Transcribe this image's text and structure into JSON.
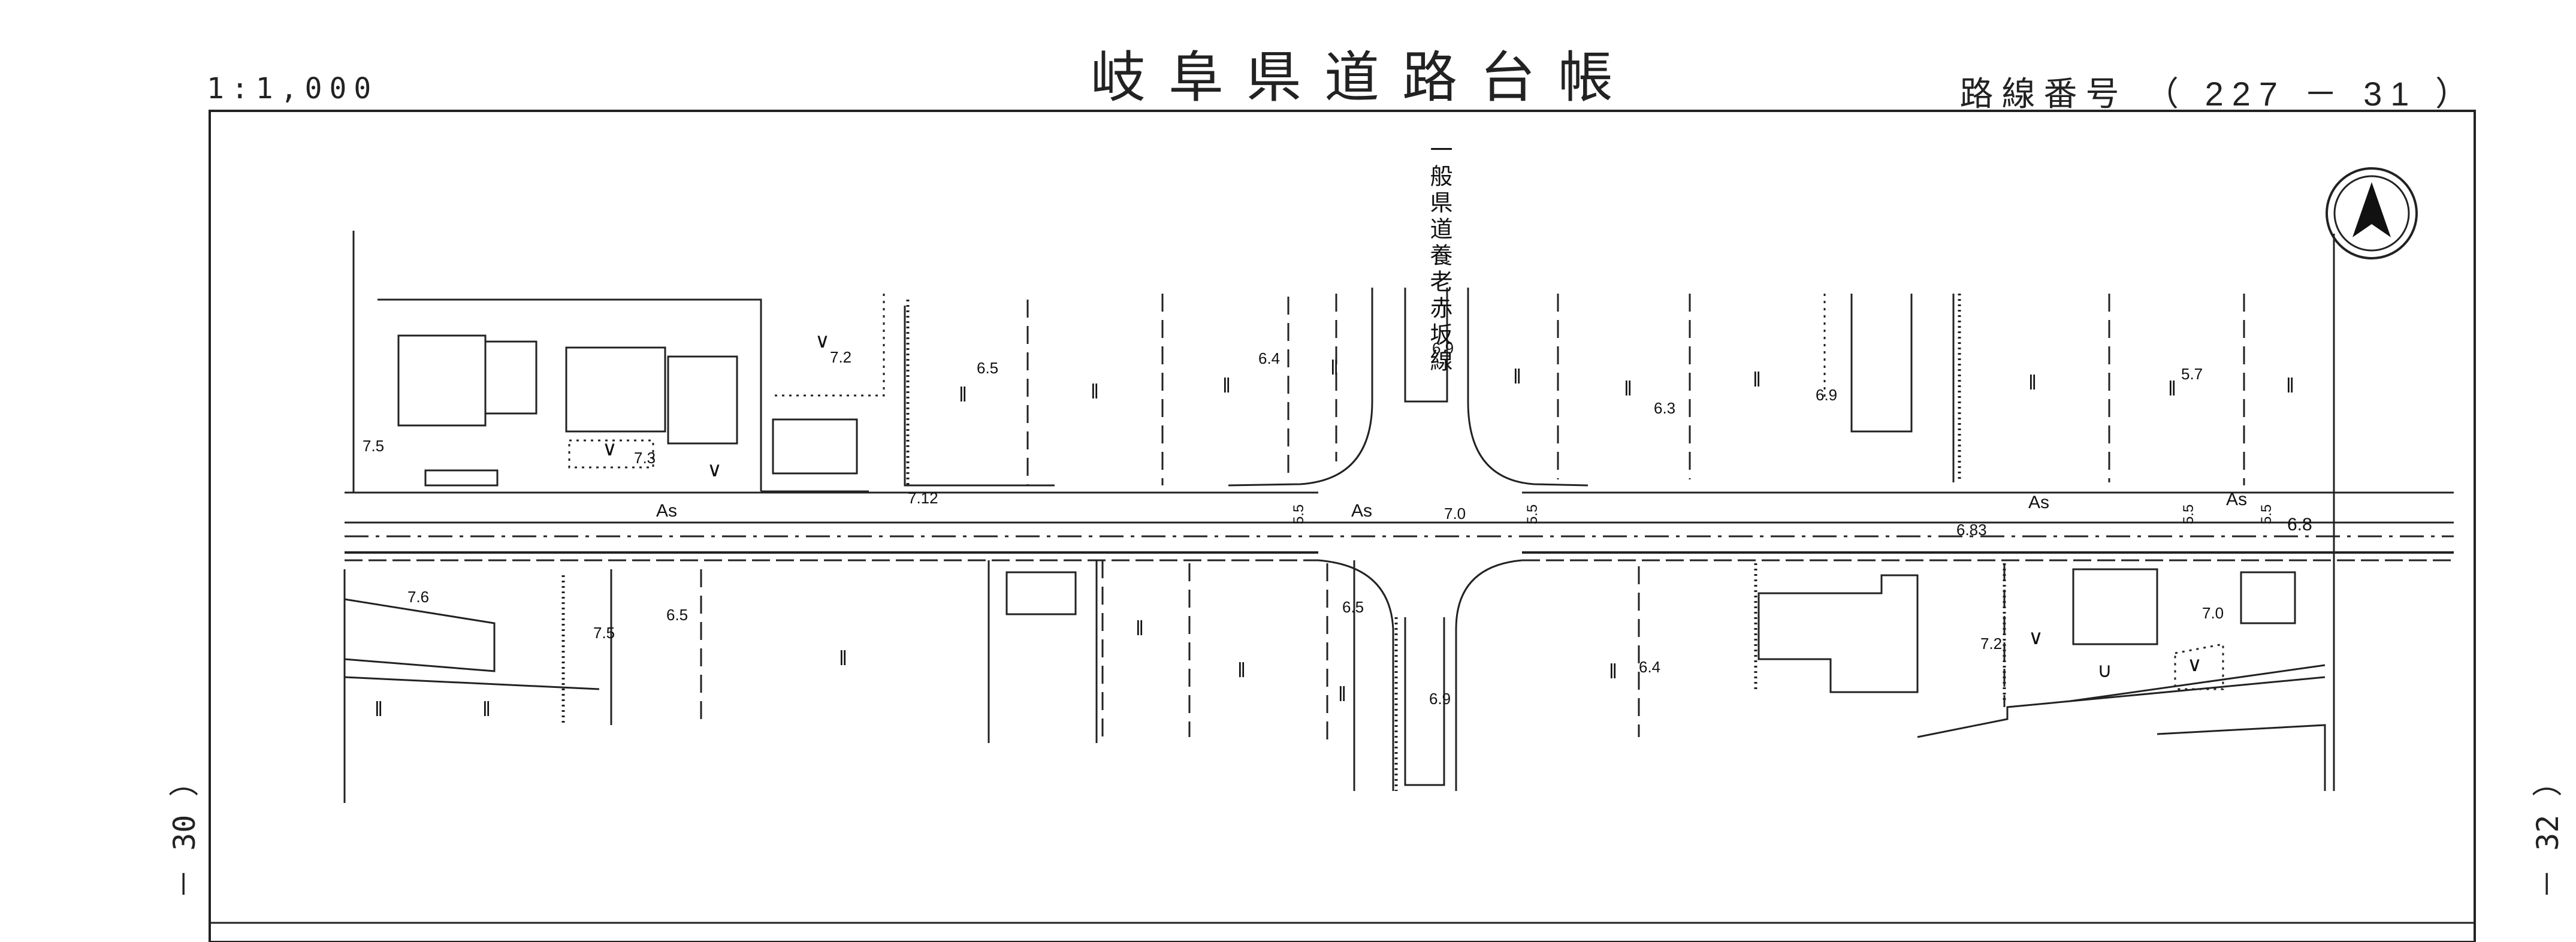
{
  "header": {
    "title": "岐阜県道路台帳",
    "scale": "1:1,000",
    "route_label": "路線番号",
    "route_number": "（ 227 －  31 ）"
  },
  "side_markers": {
    "left": "－ 30 ）",
    "right": "－ 32 ）"
  },
  "map": {
    "road_name": "一般県道養老赤坂線",
    "north_arrow": "north-arrow-icon",
    "surface_labels": [
      "As",
      "As",
      "As",
      "As"
    ],
    "road_widths": [
      "5.5",
      "5.5",
      "5.5",
      "5.5",
      "6.8"
    ],
    "elevations": {
      "e72_top": "7.2",
      "e65_a": "6.5",
      "e64_a": "6.4",
      "e69_road": "6.9",
      "e63": "6.3",
      "e69_b": "6.9",
      "e57": "5.7",
      "e75_left": "7.5",
      "e73": "7.3",
      "e712": "7.12",
      "e70_center": "7.0",
      "e683": "6.83",
      "e76": "7.6",
      "e65_b": "6.5",
      "e75_b": "7.5",
      "e65_c": "6.5",
      "e69_bottom": "6.9",
      "e64_b": "6.4",
      "e72_b": "7.2",
      "e70_right": "7.0"
    },
    "land_symbols": {
      "field": "‖",
      "vegetable": "∨",
      "orchard": "∪"
    }
  }
}
